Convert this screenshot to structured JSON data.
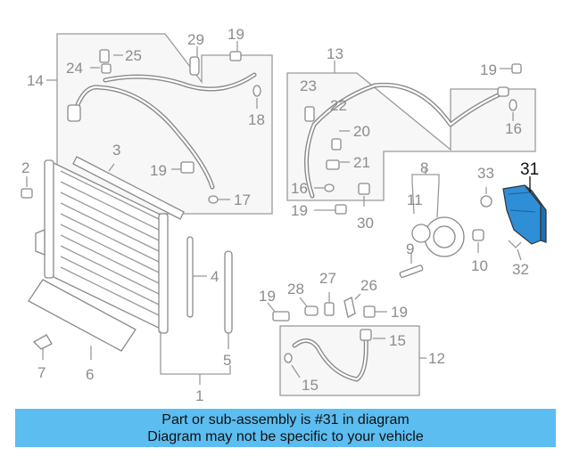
{
  "diagram": {
    "callouts": [
      "1",
      "2",
      "3",
      "4",
      "5",
      "6",
      "7",
      "8",
      "9",
      "10",
      "11",
      "12",
      "13",
      "14",
      "15",
      "15",
      "16",
      "16",
      "17",
      "18",
      "19",
      "19",
      "19",
      "19",
      "19",
      "20",
      "21",
      "22",
      "23",
      "24",
      "25",
      "26",
      "27",
      "28",
      "29",
      "30",
      "31",
      "32",
      "33"
    ],
    "highlight_part": "31",
    "highlight_color": "#2f8fd6"
  },
  "banner": {
    "line1": "Part or sub-assembly is #31 in diagram",
    "line2": "Diagram may not be specific to your vehicle",
    "background": "#5cbdf0"
  }
}
